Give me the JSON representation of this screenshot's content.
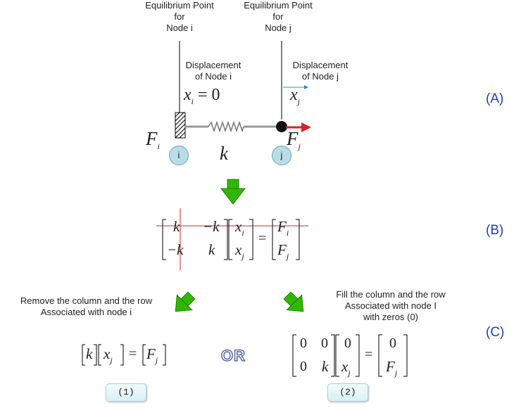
{
  "labels": {
    "eq_point_i": [
      "Equilibrium Point",
      "for",
      "Node i"
    ],
    "eq_point_j": [
      "Equilibrium Point",
      "for",
      "Node j"
    ],
    "disp_i": [
      "Displacement",
      "of Node i"
    ],
    "disp_j": [
      "Displacement",
      "of Node j"
    ],
    "remove_text": [
      "Remove the column and the row",
      "Associated with node i"
    ],
    "fill_text": [
      "Fill the column and the row",
      "Associated with node I",
      "with zeros (0)"
    ]
  },
  "symbols": {
    "xi_eq": "x",
    "xi_sub": "i",
    "xi_rhs": "= 0",
    "xj": "x",
    "xj_sub": "j",
    "Fi": "F",
    "Fi_sub": "i",
    "Fj": "F",
    "Fj_sub": "j",
    "k": "k"
  },
  "nodes": {
    "i": "i",
    "j": "j"
  },
  "tags": {
    "A": "(A)",
    "B": "(B)",
    "C": "(C)"
  },
  "option_labels": {
    "one": "(1)",
    "two": "(2)",
    "or": "OR"
  },
  "matrix_B": {
    "r1": [
      "k",
      "−k"
    ],
    "r2": [
      "−k",
      "k"
    ],
    "x": [
      "x",
      "x"
    ],
    "x_sub": [
      "i",
      "j"
    ],
    "f": [
      "F",
      "F"
    ],
    "f_sub": [
      "i",
      "j"
    ]
  },
  "matrix_2": {
    "r1": [
      "0",
      "0"
    ],
    "r2": [
      "0",
      "k"
    ],
    "x1": "0",
    "x2": "x",
    "x2_sub": "j",
    "f1": "0",
    "f2": "F",
    "f2_sub": "j"
  },
  "eq_1": {
    "k": "k",
    "x": "x",
    "x_sub": "j",
    "f": "F",
    "f_sub": "j"
  },
  "colors": {
    "tag": "#1a3fbf",
    "force_arrow": "#e02020",
    "green_arrow": "#2fb800",
    "cross_line": "#e02020"
  }
}
